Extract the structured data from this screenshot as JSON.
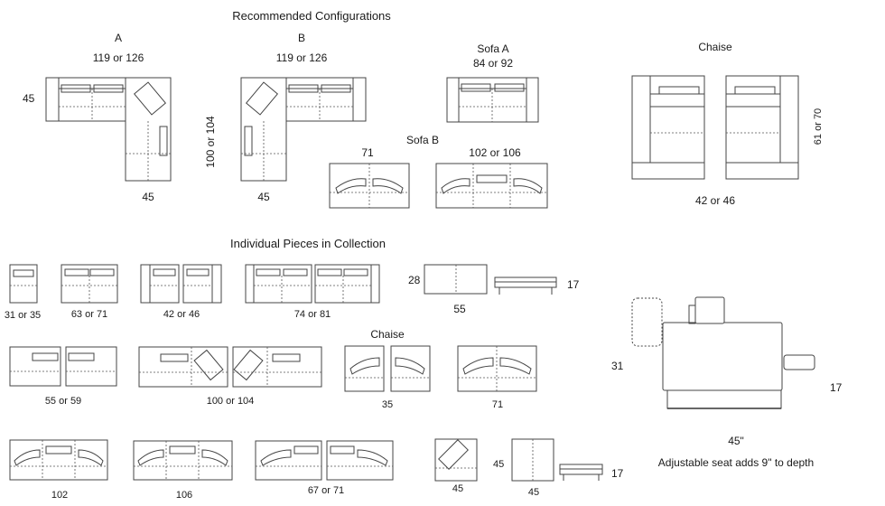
{
  "sections": {
    "recommended_title": "Recommended Configurations",
    "pieces_title": "Individual Pieces in Collection"
  },
  "config_a": {
    "label": "A",
    "width": "119 or 126",
    "depth": "45",
    "arm": "45"
  },
  "config_b": {
    "label": "B",
    "width": "119 or 126",
    "depth": "100 or 104",
    "arm": "45"
  },
  "sofa_a": {
    "label": "Sofa A",
    "width": "84 or 92"
  },
  "sofa_b": {
    "label": "Sofa B",
    "width_small": "71",
    "width_large": "102 or 106"
  },
  "chaise_top": {
    "label": "Chaise",
    "width": "42 or 46",
    "depth": "61 or 70"
  },
  "pieces_row1": [
    "31 or 35",
    "63 or 71",
    "42 or 46",
    "74 or 81"
  ],
  "ottoman_large": {
    "depth": "28",
    "width": "55",
    "height": "17"
  },
  "pieces_row2": [
    "55 or 59",
    "100 or 104"
  ],
  "chaise_pieces": {
    "label": "Chaise",
    "small": "35",
    "large": "71"
  },
  "pieces_row3": [
    "102",
    "106",
    "67 or 71"
  ],
  "corner_piece": {
    "width": "45"
  },
  "ottoman_small": {
    "width": "45",
    "depth": "45",
    "height": "17"
  },
  "side_view": {
    "height": "31",
    "arm_height": "17",
    "depth": "45\"",
    "note": "Adjustable seat adds 9\" to depth"
  }
}
